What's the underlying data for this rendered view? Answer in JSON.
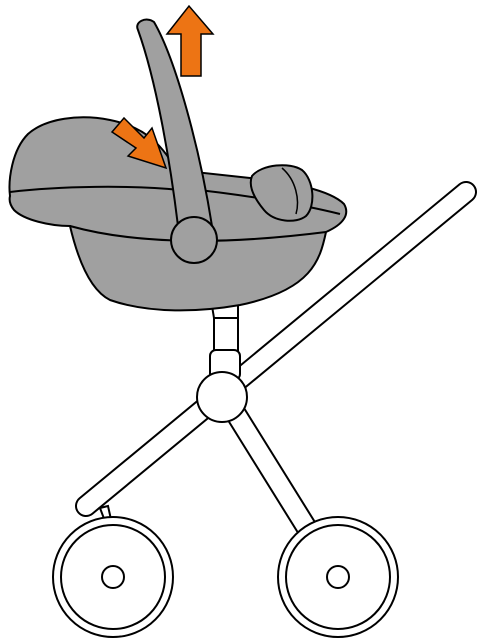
{
  "illustration": {
    "subject": "car-seat-on-stroller-frame",
    "colors": {
      "seat_fill": "#a0a0a0",
      "outline": "#000000",
      "frame_fill": "#ffffff",
      "arrow_fill": "#ed7414"
    },
    "arrows": [
      {
        "name": "press-release-arrow",
        "direction": "down-right"
      },
      {
        "name": "lift-up-arrow",
        "direction": "up"
      }
    ]
  }
}
